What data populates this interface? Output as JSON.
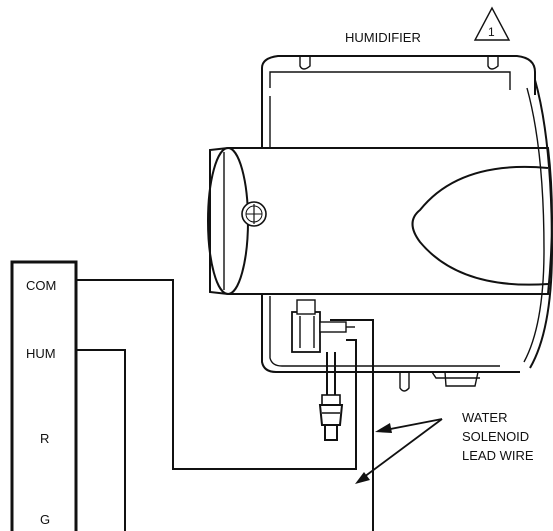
{
  "title_label": "HUMIDIFIER",
  "note_number": "1",
  "terminals": [
    {
      "label": "COM"
    },
    {
      "label": "HUM"
    },
    {
      "label": "R"
    },
    {
      "label": "G"
    }
  ],
  "callout": {
    "lines": [
      "WATER",
      "SOLENOID",
      "LEAD WIRE"
    ]
  }
}
